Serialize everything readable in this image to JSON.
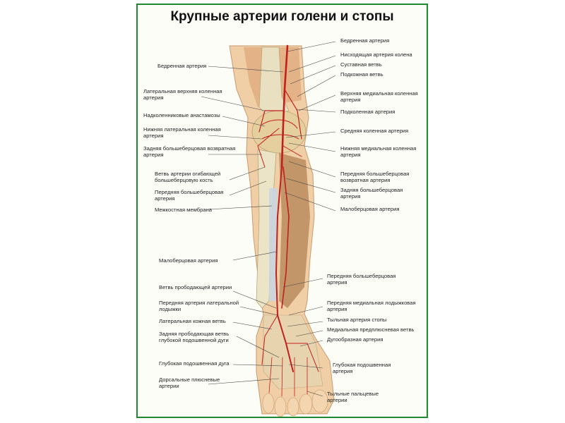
{
  "title": "Крупные артерии голени и стопы",
  "colors": {
    "border": "#1e8a2f",
    "artery": "#c0201e",
    "skin": "#f0cfa6",
    "bone": "#e8e0c0",
    "muscle": "#c97a55"
  },
  "labels_left": [
    "Бедренная артерия",
    "Латеральная верхняя  коленная",
    "артерия",
    "Надколенниковые  анастамозы",
    "Нижняя латеральная коленная",
    "артерия",
    "Задняя большеберцовая  возвратная",
    "артерия",
    "Ветвь артерии огибающей",
    "большеберцовую кость",
    "Передняя  большеберцовая",
    "артерия",
    "Межкостная мембрана",
    "Малоберцовая артерия",
    "Ветвь прободающей артерии",
    "Передняя артерия латеральной",
    "лодыжки",
    "Латеральная кожная ветвь",
    "Задняя прободающая ветвь",
    "глубокой подошвенной дуги",
    "Глубокая подошвенная дуга",
    "Дорсальные плюсневые",
    "артерии"
  ],
  "labels_right": [
    "Бедренная артерия",
    "Нисходящая  артерия колена",
    "Суставная ветвь",
    "Подкожная ветвь",
    "Верхняя медиальная коленная",
    "артерия",
    "Подколенная артерия",
    "Средняя коленная  артерия",
    "Нижняя медиальная коленная",
    "артерия",
    "Передняя большеберцовая",
    "возвратная артерия",
    "Задняя большеберцовая",
    "артерия",
    "Малоберцовая артерия",
    "Передняя большеберцовая",
    "артерия",
    "Передняя медиальная лодыжковая",
    "артерия",
    "Тыльная артерия стопы",
    "Медиальная предплюсневая ветвь",
    "Дугообразная артерия",
    "Глубокая подошвенная",
    "артерия",
    "Тыльные  пальцевые",
    "артерии"
  ]
}
